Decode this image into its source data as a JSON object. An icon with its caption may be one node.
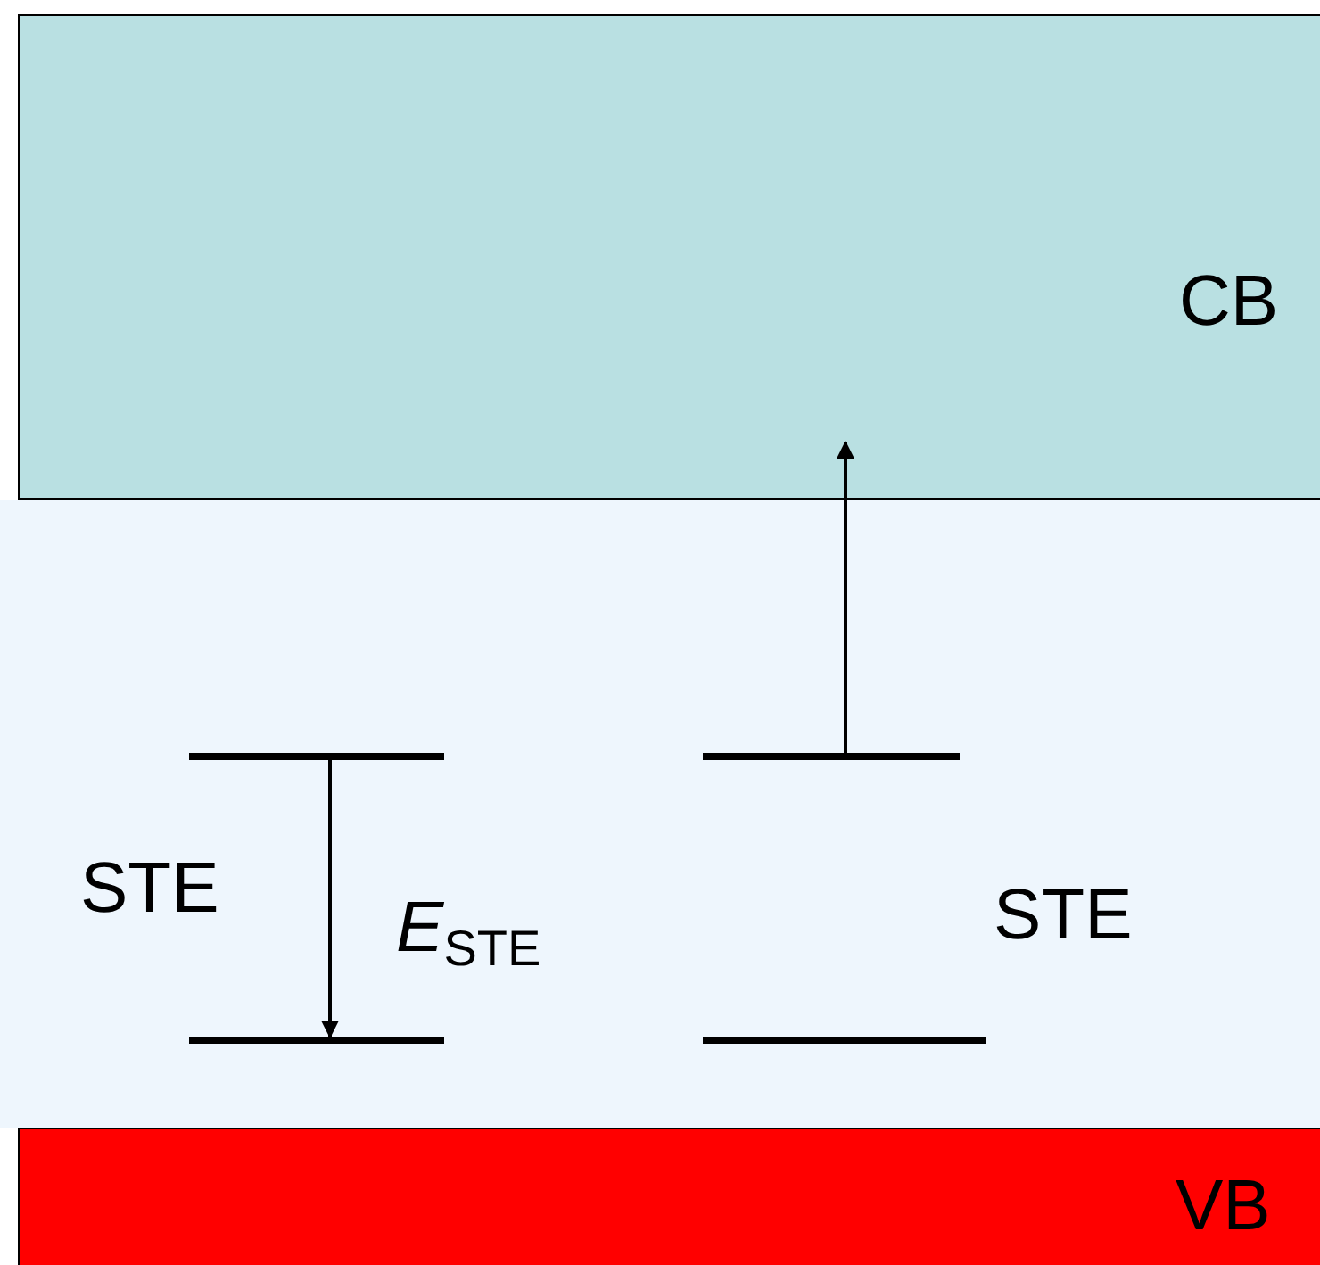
{
  "diagram": {
    "nodes": [
      {
        "text": [
          "CB"
        ]
      },
      {
        "text": [],
        "shape": "bar"
      },
      {
        "text": [],
        "shape": "bar"
      },
      {
        "text": [],
        "shape": "bar"
      },
      {
        "text": [],
        "shape": "bar"
      },
      {
        "text": [
          "VB"
        ]
      }
    ],
    "edges": [
      {
        "from": 1,
        "to": 3,
        "arrow": "to"
      },
      {
        "from": 2,
        "to": 0,
        "arrow": "to"
      }
    ],
    "labels": [
      "STE",
      "*E*$_{STE}$",
      "STE"
    ]
  }
}
